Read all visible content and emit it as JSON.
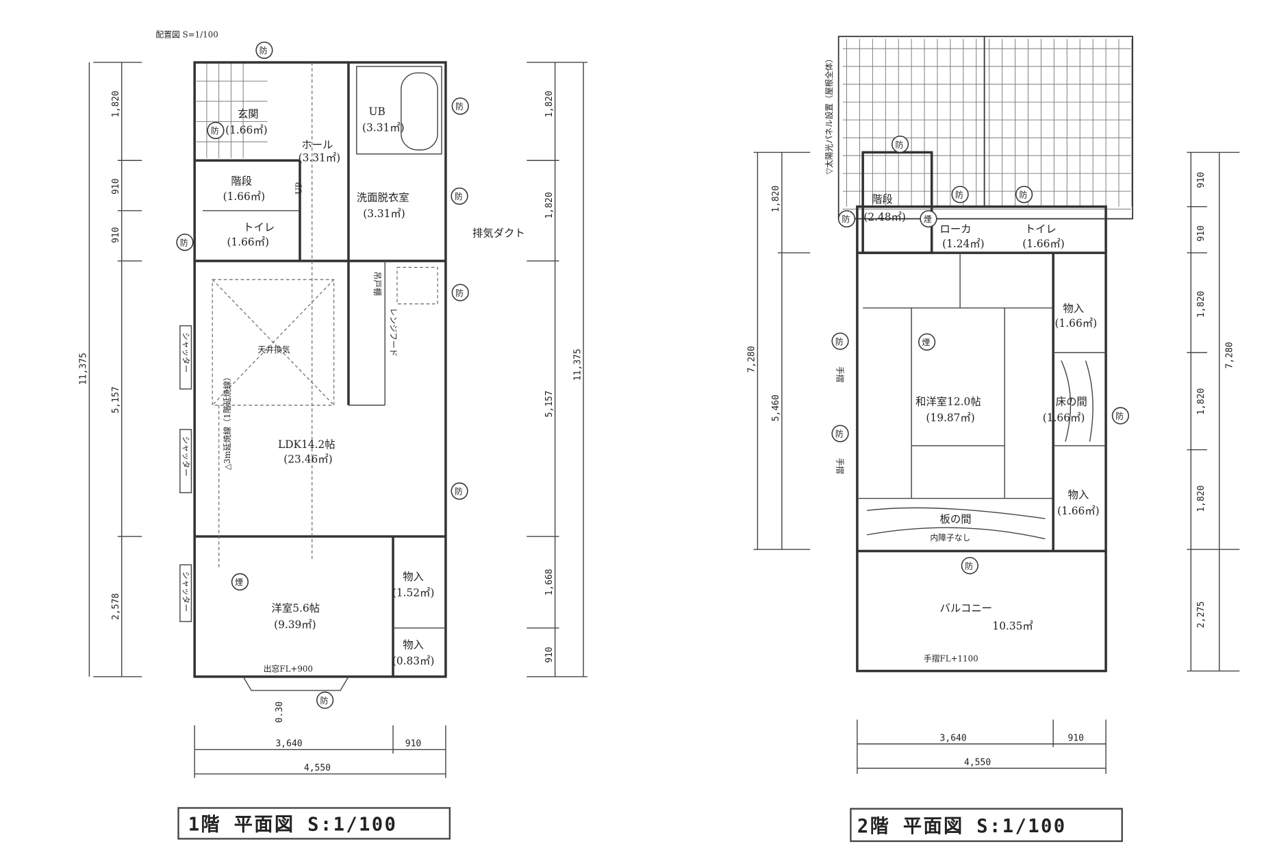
{
  "site_note": "配置図 S=1/100",
  "mark_security": "防",
  "mark_smoke": "煙",
  "floor1": {
    "title": "1階 平面図 S:1/100",
    "rooms": {
      "entrance": {
        "name": "玄関",
        "area": "(1.66㎡)"
      },
      "bath": {
        "name": "UB",
        "area": "(3.31㎡)"
      },
      "hall": {
        "name": "ホール",
        "area": "(3.31㎡)"
      },
      "stairs": {
        "name": "階段",
        "area": "(1.66㎡)"
      },
      "washroom": {
        "name": "洗面脱衣室",
        "area": "(3.31㎡)"
      },
      "toilet": {
        "name": "トイレ",
        "area": "(1.66㎡)"
      },
      "ldk": {
        "name": "LDK14.2帖",
        "area": "(23.46㎡)"
      },
      "western": {
        "name": "洋室5.6帖",
        "area": "(9.39㎡)"
      },
      "closet1": {
        "name": "物入",
        "area": "(1.52㎡)"
      },
      "closet2": {
        "name": "物入",
        "area": "(0.83㎡)"
      }
    },
    "notes": {
      "exhaust_duct": "排気ダクト",
      "ceiling_vent": "天井換気",
      "range_hood": "レンジフード",
      "cabinet": "吊戸棚",
      "fire_line": "△3m延焼線（1階延焼線）",
      "bay_window": "出窓FL+900",
      "shutter": "シャッター",
      "up": "UP",
      "offset": "0.30"
    },
    "dims_left": [
      "1,820",
      "910",
      "910",
      "11,375",
      "5,157",
      "2,578"
    ],
    "dims_right": [
      "1,820",
      "1,820",
      "11,375",
      "5,157",
      "1,668",
      "910"
    ],
    "dims_bottom": [
      "3,640",
      "910",
      "4,550"
    ]
  },
  "floor2": {
    "title": "2階 平面図 S:1/100",
    "rooms": {
      "stairs": {
        "name": "階段",
        "area": "(2.48㎡)"
      },
      "corridor": {
        "name": "ローカ",
        "area": "(1.24㎡)"
      },
      "toilet": {
        "name": "トイレ",
        "area": "(1.66㎡)"
      },
      "closet1": {
        "name": "物入",
        "area": "(1.66㎡)"
      },
      "main": {
        "name": "和洋室12.0帖",
        "area": "(19.87㎡)"
      },
      "alcove": {
        "name": "床の間",
        "area": "(1.66㎡)"
      },
      "closet2": {
        "name": "物入",
        "area": "(1.66㎡)"
      },
      "wood_floor": {
        "name": "板の間",
        "area": "内障子なし"
      },
      "balcony": {
        "name": "バルコニー",
        "area": "10.35㎡"
      }
    },
    "notes": {
      "handrail": "手摺",
      "handrail_height": "手摺FL+1100",
      "solar": "▽太陽光パネル設置（屋根全体）"
    },
    "dims_left": [
      "1,820",
      "7,280",
      "5,460"
    ],
    "dims_right": [
      "910",
      "910",
      "1,820",
      "7,280",
      "1,820",
      "1,820",
      "2,275"
    ],
    "dims_bottom": [
      "3,640",
      "910",
      "4,550"
    ]
  }
}
